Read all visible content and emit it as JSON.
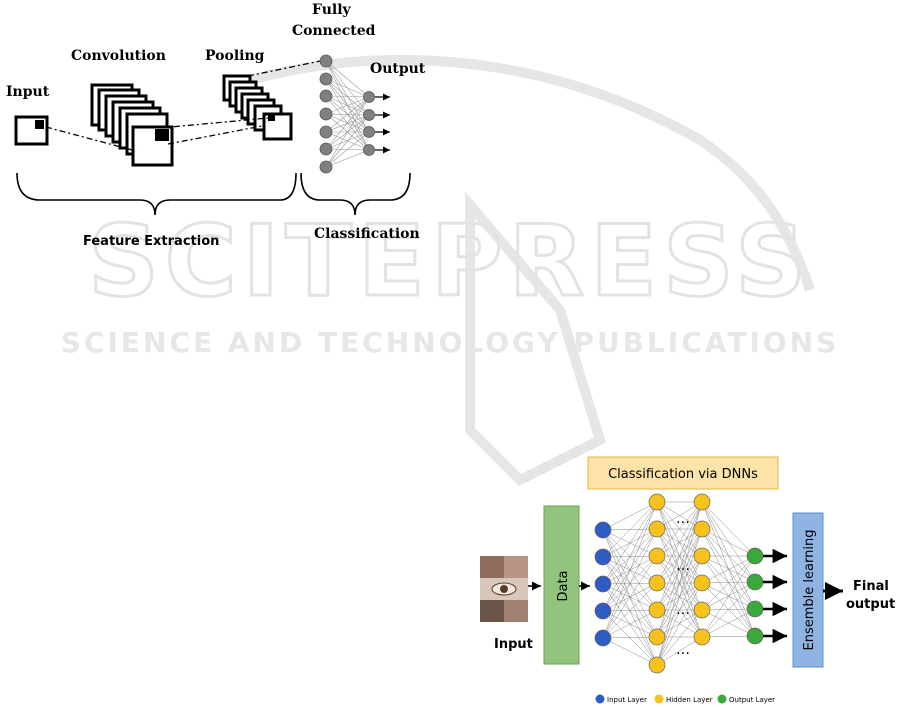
{
  "watermark": {
    "main": "SCITEPRESS",
    "sub": "SCIENCE AND TECHNOLOGY PUBLICATIONS"
  },
  "cnn_diagram": {
    "input_label": "Input",
    "convolution_label": "Convolution",
    "pooling_label": "Pooling",
    "fully_connected_label_line1": "Fully",
    "fully_connected_label_line2": "Connected",
    "output_label": "Output",
    "feature_extraction_label": "Feature Extraction",
    "classification_label": "Classification"
  },
  "dnn_diagram": {
    "header_label": "Classification via DNNs",
    "data_label": "Data",
    "ensemble_label": "Ensemble learning",
    "final_output_line1": "Final",
    "final_output_line2": "output",
    "input_label": "Input",
    "ellipsis": "…",
    "legend": {
      "input_layer": "Input Layer",
      "hidden_layer": "Hidden Layer",
      "output_layer": "Output Layer"
    },
    "colors": {
      "input_node": "#2e5bc4",
      "hidden_node": "#f6c21b",
      "output_node": "#3aa83a",
      "header_fill": "#fde3a7",
      "data_fill": "#93c47d",
      "ensemble_fill": "#8fb4e3"
    }
  }
}
